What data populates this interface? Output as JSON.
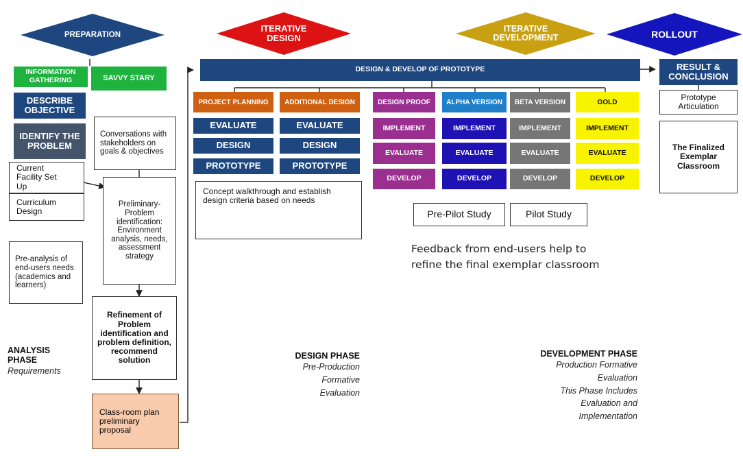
{
  "diamonds": {
    "preparation": "PREPARATION",
    "iterative_design": "ITERATIVE DESIGN",
    "iterative_development": "ITERATIVE DEVELOPMENT",
    "rollout": "ROLLOUT"
  },
  "banner": "DESIGN & DEVELOP OF PROTOTYPE",
  "analysis": {
    "information_gathering": "INFORMATION GATHERING",
    "savvy_stary": "SAVVY STARY",
    "describe_objective": "DESCRIBE OBJECTIVE",
    "identify_problem": "IDENTIFY THE PROBLEM",
    "current_facility": "Current Facility Set Up",
    "curriculum_design": "Curriculum Design",
    "pre_analysis": "Pre-analysis of end-users needs (academics and learners)",
    "conversations": "Conversations with stakeholders on goals & objectives",
    "preliminary_problem": "Preliminary-Problem identification: Environment analysis, needs, assessment strategy",
    "refinement": "Refinement of Problem identification and problem definition, recommend solution",
    "classroom_plan": "Class-room plan preliminary proposal"
  },
  "design_columns": [
    {
      "header": "PROJECT PLANNING",
      "steps": [
        "EVALUATE",
        "DESIGN",
        "PROTOTYPE"
      ]
    },
    {
      "header": "ADDITIONAL DESIGN",
      "steps": [
        "EVALUATE",
        "DESIGN",
        "PROTOTYPE"
      ]
    }
  ],
  "concept_note": "Concept walkthrough and establish design criteria based on needs",
  "dev_columns": [
    {
      "header": "DESIGN PROOF",
      "steps": [
        "IMPLEMENT",
        "EVALUATE",
        "DEVELOP"
      ],
      "color": "#9B2F8F"
    },
    {
      "header": "ALPHA VERSION",
      "steps": [
        "IMPLEMENT",
        "EVALUATE",
        "DEVELOP"
      ],
      "color": "#1F12B5"
    },
    {
      "header": "BETA VERSION",
      "steps": [
        "IMPLEMENT",
        "EVALUATE",
        "DEVELOP"
      ],
      "color": "#767676"
    },
    {
      "header": "GOLD",
      "steps": [
        "IMPLEMENT",
        "EVALUATE",
        "DEVELOP"
      ],
      "color": "#F8F400"
    }
  ],
  "studies": {
    "pre_pilot": "Pre-Pilot Study",
    "pilot": "Pilot Study"
  },
  "feedback_note": {
    "line1": "Feedback from end-users help to",
    "line2": "refine the final exemplar classroom"
  },
  "rollout": {
    "result": "RESULT & CONCLUSION",
    "prototype_articulation": "Prototype Articulation",
    "finalized": "The Finalized Exemplar Classroom"
  },
  "phases": {
    "analysis": {
      "title_line1": "ANALYSIS",
      "title_line2": "PHASE",
      "sub": "Requirements"
    },
    "design": {
      "title": "DESIGN PHASE",
      "sub_lines": [
        "Pre-Production",
        "Formative",
        "Evaluation"
      ]
    },
    "development": {
      "title": "DEVELOPMENT PHASE",
      "sub_lines": [
        "Production Formative",
        "Evaluation",
        "This Phase Includes",
        "Evaluation and",
        "Implementation"
      ]
    }
  },
  "colors": {
    "navy": "#1F477F",
    "red": "#DD1313",
    "gold": "#C9A012",
    "blue": "#1515BE",
    "green": "#1EB23F",
    "orange": "#CF6012",
    "peach": "#F8CBAD",
    "slate": "#44546A"
  }
}
